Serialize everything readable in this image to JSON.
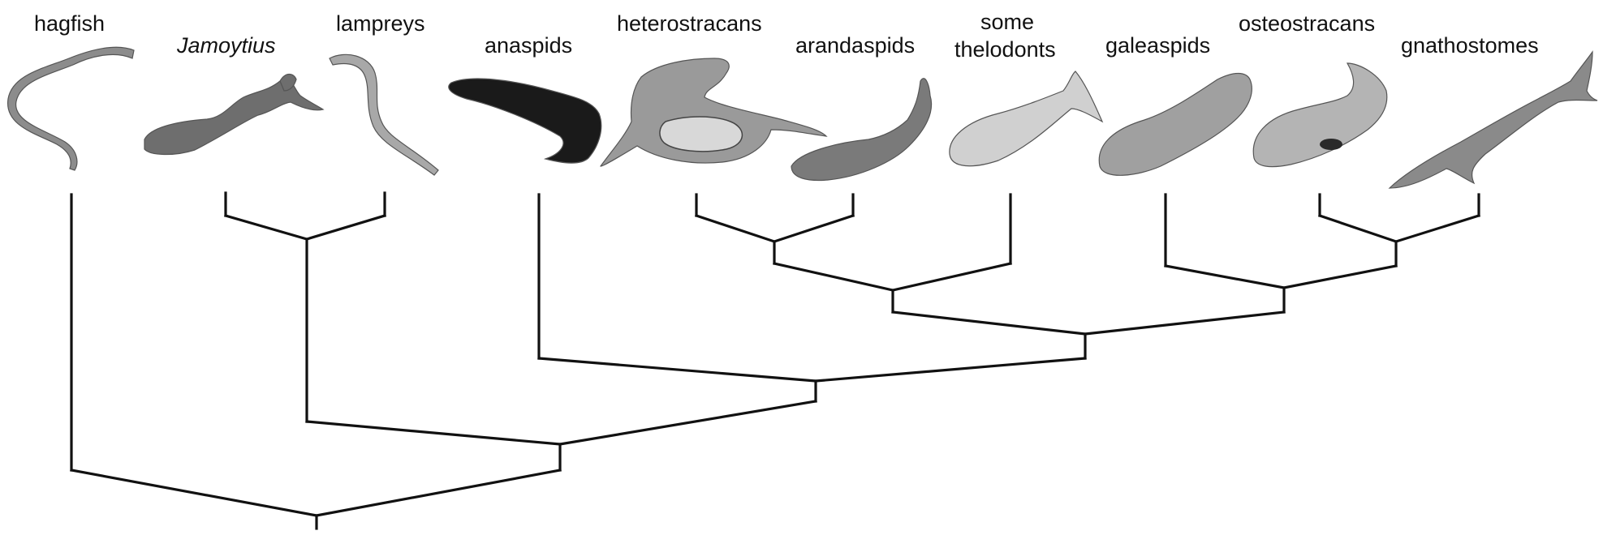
{
  "diagram": {
    "type": "cladogram",
    "taxa": [
      {
        "id": "hagfish",
        "label": "hagfish",
        "italic": false
      },
      {
        "id": "jamoytius",
        "label": "Jamoytius",
        "italic": true
      },
      {
        "id": "lampreys",
        "label": "lampreys",
        "italic": false
      },
      {
        "id": "anaspids",
        "label": "anaspids",
        "italic": false
      },
      {
        "id": "heterostracans",
        "label": "heterostracans",
        "italic": false
      },
      {
        "id": "arandaspids",
        "label": "arandaspids",
        "italic": false
      },
      {
        "id": "thelodonts",
        "label_line1": "some",
        "label_line2": "thelodonts",
        "italic": false
      },
      {
        "id": "galeaspids",
        "label": "galeaspids",
        "italic": false
      },
      {
        "id": "osteostracans",
        "label": "osteostracans",
        "italic": false
      },
      {
        "id": "gnathostomes",
        "label": "gnathostomes",
        "italic": false
      }
    ],
    "tree_newick": "(hagfish,((Jamoytius,lampreys),(anaspids,(((heterostracans,arandaspids),some thelodonts),(galeaspids,(osteostracans,gnathostomes))))))",
    "colors": {
      "line": "#111111",
      "background": "#ffffff",
      "hagfish": "#8c8c8c",
      "jamoytius": "#6e6e6e",
      "lampreys": "#a8a8a8",
      "anaspids": "#1a1a1a",
      "heterostracans": "#9a9a9a",
      "arandaspids": "#7a7a7a",
      "thelodonts": "#d0d0d0",
      "galeaspids": "#a0a0a0",
      "osteostracans": "#b4b4b4",
      "gnathostomes": "#8a8a8a"
    }
  }
}
